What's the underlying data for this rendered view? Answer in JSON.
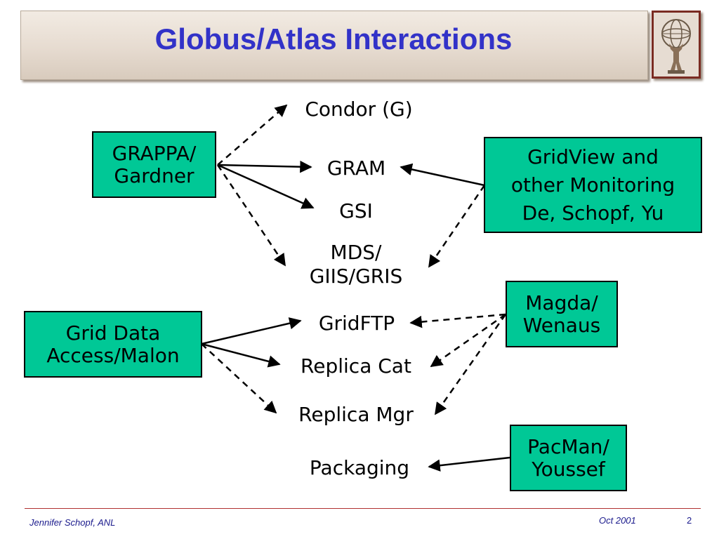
{
  "slide": {
    "title": "Globus/Atlas Interactions",
    "logo_icon": "atlas-statue-icon",
    "footer_author": "Jennifer Schopf, ANL",
    "footer_date": "Oct 2001",
    "page_number": "2"
  },
  "colors": {
    "box_fill": "#00c896",
    "title": "#3232c8",
    "footer": "#1a1a8c",
    "rule": "#b03030"
  },
  "boxes": {
    "grappa": "GRAPPA/\nGardner",
    "gridview": "GridView and\nother Monitoring\nDe, Schopf, Yu",
    "griddata": "Grid Data\nAccess/Malon",
    "magda": "Magda/\nWenaus",
    "pacman": "PacMan/\nYoussef"
  },
  "components": {
    "condor": "Condor (G)",
    "gram": "GRAM",
    "gsi": "GSI",
    "mds": "MDS/\nGIIS/GRIS",
    "gridftp": "GridFTP",
    "replica_cat": "Replica Cat",
    "replica_mgr": "Replica Mgr",
    "packaging": "Packaging"
  },
  "connections": [
    {
      "from": "grappa",
      "to": "condor",
      "style": "dashed"
    },
    {
      "from": "grappa",
      "to": "gram",
      "style": "solid"
    },
    {
      "from": "grappa",
      "to": "gsi",
      "style": "solid"
    },
    {
      "from": "grappa",
      "to": "mds",
      "style": "dashed"
    },
    {
      "from": "gridview",
      "to": "gram",
      "style": "solid"
    },
    {
      "from": "gridview",
      "to": "mds",
      "style": "dashed"
    },
    {
      "from": "griddata",
      "to": "gridftp",
      "style": "solid"
    },
    {
      "from": "griddata",
      "to": "replica_cat",
      "style": "solid"
    },
    {
      "from": "griddata",
      "to": "replica_mgr",
      "style": "dashed"
    },
    {
      "from": "magda",
      "to": "gridftp",
      "style": "dashed"
    },
    {
      "from": "magda",
      "to": "replica_cat",
      "style": "dashed"
    },
    {
      "from": "magda",
      "to": "replica_mgr",
      "style": "dashed"
    },
    {
      "from": "pacman",
      "to": "packaging",
      "style": "solid"
    }
  ]
}
